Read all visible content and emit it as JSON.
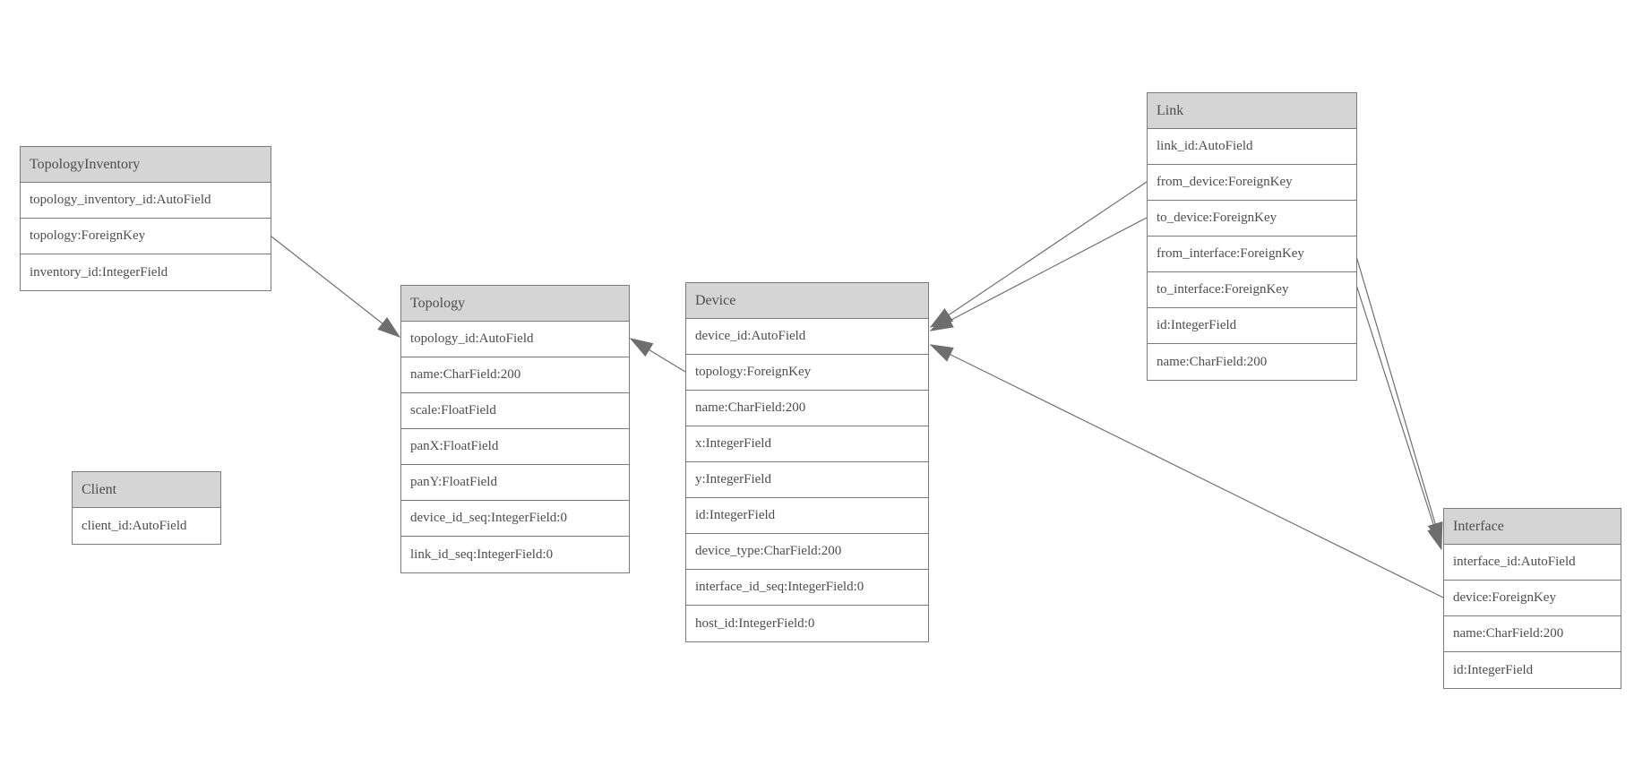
{
  "diagram": {
    "type": "entity-relationship-model",
    "colors": {
      "background": "#ffffff",
      "header_fill": "#d5d5d5",
      "border": "#7b7b7b",
      "text": "#4d4d4d",
      "edge": "#6e6e6e"
    },
    "entities": [
      {
        "name": "TopologyInventory",
        "fields": [
          "topology_inventory_id:AutoField",
          "topology:ForeignKey",
          "inventory_id:IntegerField"
        ]
      },
      {
        "name": "Topology",
        "fields": [
          "topology_id:AutoField",
          "name:CharField:200",
          "scale:FloatField",
          "panX:FloatField",
          "panY:FloatField",
          "device_id_seq:IntegerField:0",
          "link_id_seq:IntegerField:0"
        ]
      },
      {
        "name": "Client",
        "fields": [
          "client_id:AutoField"
        ]
      },
      {
        "name": "Device",
        "fields": [
          "device_id:AutoField",
          "topology:ForeignKey",
          "name:CharField:200",
          "x:IntegerField",
          "y:IntegerField",
          "id:IntegerField",
          "device_type:CharField:200",
          "interface_id_seq:IntegerField:0",
          "host_id:IntegerField:0"
        ]
      },
      {
        "name": "Link",
        "fields": [
          "link_id:AutoField",
          "from_device:ForeignKey",
          "to_device:ForeignKey",
          "from_interface:ForeignKey",
          "to_interface:ForeignKey",
          "id:IntegerField",
          "name:CharField:200"
        ]
      },
      {
        "name": "Interface",
        "fields": [
          "interface_id:AutoField",
          "device:ForeignKey",
          "name:CharField:200",
          "id:IntegerField"
        ]
      }
    ],
    "relationships": [
      {
        "from": "TopologyInventory.topology",
        "to": "Topology.topology_id"
      },
      {
        "from": "Device.topology",
        "to": "Topology.topology_id"
      },
      {
        "from": "Link.from_device",
        "to": "Device.device_id"
      },
      {
        "from": "Link.to_device",
        "to": "Device.device_id"
      },
      {
        "from": "Interface.device",
        "to": "Device.device_id"
      },
      {
        "from": "Link.from_interface",
        "to": "Interface.interface_id"
      },
      {
        "from": "Link.to_interface",
        "to": "Interface.interface_id"
      }
    ]
  }
}
